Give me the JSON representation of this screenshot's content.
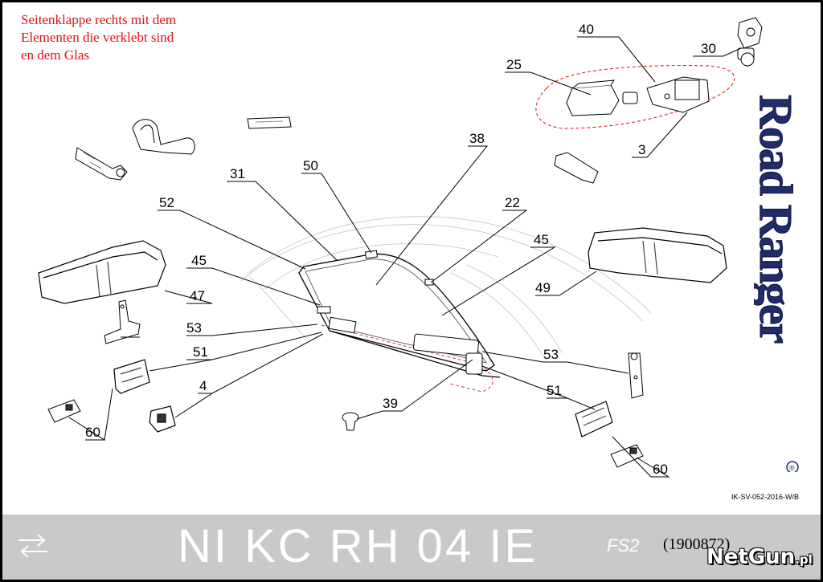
{
  "note_lines": [
    "Seitenklappe rechts mit dem",
    "Elementen die verklebt sind",
    "en dem Glas"
  ],
  "part_numbers": [
    "40",
    "30",
    "25",
    "3",
    "38",
    "50",
    "31",
    "22",
    "45",
    "52",
    "49",
    "45",
    "47",
    "53",
    "51",
    "53",
    "4",
    "51",
    "39",
    "60",
    "60"
  ],
  "brand": {
    "name": "Road Ranger",
    "registered_mark": "®",
    "color": "#1f2d6b"
  },
  "doc_id": "IK-SV-052-2016-W/B",
  "footer": {
    "model_code": "NI KC RH 04 IE",
    "fs_label": "FS2",
    "article_number": "(1900872)",
    "watermark": "NetGun",
    "watermark_tld": ".pl",
    "background": "#c9c9c9"
  },
  "colors": {
    "note": "#e01010",
    "outline": "#000000",
    "dashed_group": "#e01010"
  }
}
